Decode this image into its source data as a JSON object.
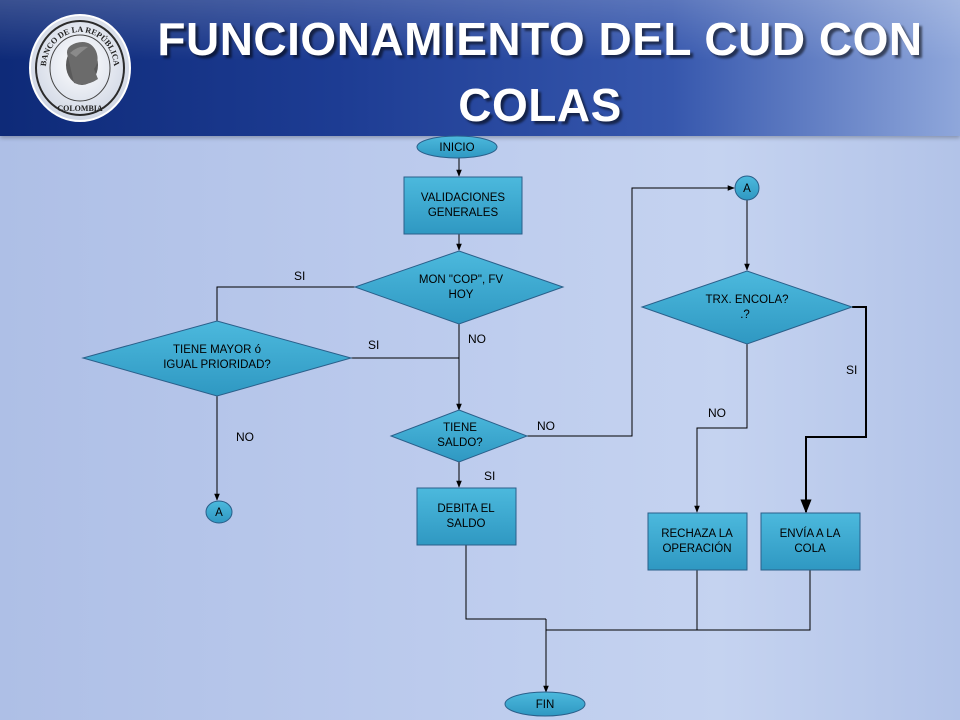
{
  "slide": {
    "title_line1": "FUNCIONAMIENTO DEL CUD CON",
    "title_line2": "COLAS"
  },
  "logo": {
    "ring_text": "BANCO DE LA REPÚBLICA",
    "bottom_text": "COLOMBIA"
  },
  "nodes": {
    "inicio": "INICIO",
    "validaciones": [
      "VALIDACIONES",
      "GENERALES"
    ],
    "mon_cop": [
      "MON \"COP\", FV",
      "HOY"
    ],
    "tiene_mayor": [
      "TIENE  MAYOR ó",
      "IGUAL PRIORIDAD?"
    ],
    "conector_a_izq": "A",
    "tiene_saldo": [
      "TIENE",
      "SALDO?"
    ],
    "debita": [
      "DEBITA EL",
      "SALDO"
    ],
    "conector_a_der": "A",
    "trx_encola": [
      "TRX. ENCOLA?",
      ".?"
    ],
    "rechaza": [
      "RECHAZA LA",
      "OPERACIÓN"
    ],
    "envia": [
      "ENVÍA A LA",
      "COLA"
    ],
    "fin": "FIN"
  },
  "edges": {
    "mon_si": "SI",
    "mon_no": "NO",
    "mayor_si": "SI",
    "mayor_no": "NO",
    "saldo_no": "NO",
    "saldo_si": "SI",
    "trx_si": "SI",
    "trx_no": "NO"
  },
  "colors": {
    "node_fill": "#3aa6cb",
    "node_stroke": "#2a5f8a",
    "line": "#000000"
  }
}
